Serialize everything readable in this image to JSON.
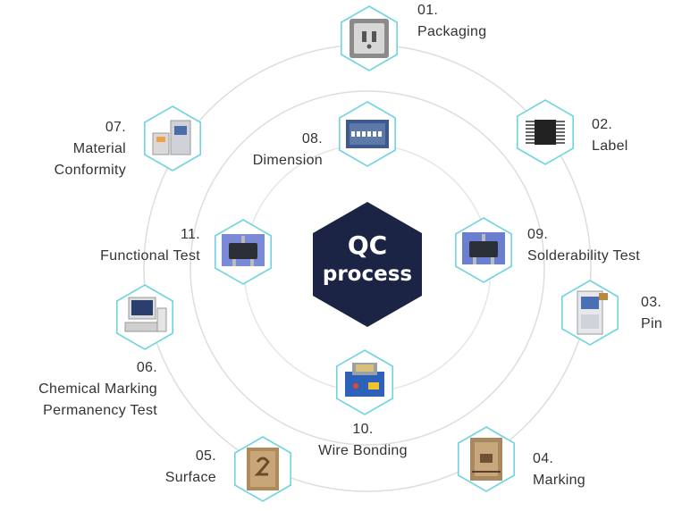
{
  "center": {
    "line1": "QC",
    "line2": "process",
    "color": "#1c2445"
  },
  "accent_color": "#6fd3e0",
  "ring_color": "#dddddd",
  "nodes": [
    {
      "num": "01.",
      "name": [
        "Packaging"
      ],
      "icon": "ic-package-icon"
    },
    {
      "num": "02.",
      "name": [
        "Label"
      ],
      "icon": "chip-label-icon"
    },
    {
      "num": "03.",
      "name": [
        "Pin"
      ],
      "icon": "pin-tester-machine-icon"
    },
    {
      "num": "04.",
      "name": [
        "Marking"
      ],
      "icon": "die-marking-icon"
    },
    {
      "num": "05.",
      "name": [
        "Surface"
      ],
      "icon": "surface-die-icon"
    },
    {
      "num": "06.",
      "name": [
        "Chemical Marking",
        "Permanency Test"
      ],
      "icon": "chemical-test-computer-icon"
    },
    {
      "num": "07.",
      "name": [
        "Material",
        "Conformity"
      ],
      "icon": "material-analyzer-icon"
    },
    {
      "num": "08.",
      "name": [
        "Dimension"
      ],
      "icon": "dimension-screen-icon"
    },
    {
      "num": "09.",
      "name": [
        "Solderability Test"
      ],
      "icon": "solderability-chip-icon"
    },
    {
      "num": "10.",
      "name": [
        "Wire Bonding"
      ],
      "icon": "wire-bonding-pot-icon"
    },
    {
      "num": "11.",
      "name": [
        "Functional Test"
      ],
      "icon": "functional-test-chip-icon"
    }
  ]
}
